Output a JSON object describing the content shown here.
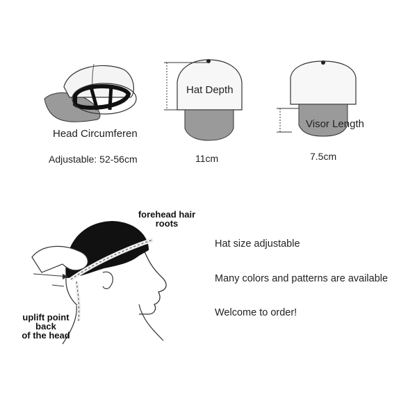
{
  "top_diagrams": {
    "circumference": {
      "title": "Head Circumferen",
      "value": "Adjustable: 52-56cm"
    },
    "depth": {
      "title": "Hat Depth",
      "value": "11cm"
    },
    "visor": {
      "title": "Visor Length",
      "value": "7.5cm"
    }
  },
  "measure_diagram": {
    "forehead_label_line1": "forehead hair",
    "forehead_label_line2": "roots",
    "uplift_label_line1": "uplift point",
    "uplift_label_line2": "back",
    "uplift_label_line3": "of the head"
  },
  "info": {
    "line1": "Hat size adjustable",
    "line2": "Many colors and patterns are available",
    "line3": "Welcome to order!"
  },
  "colors": {
    "visor_fill": "#9a9a9a",
    "hair_fill": "#111111",
    "outline": "#333333"
  }
}
